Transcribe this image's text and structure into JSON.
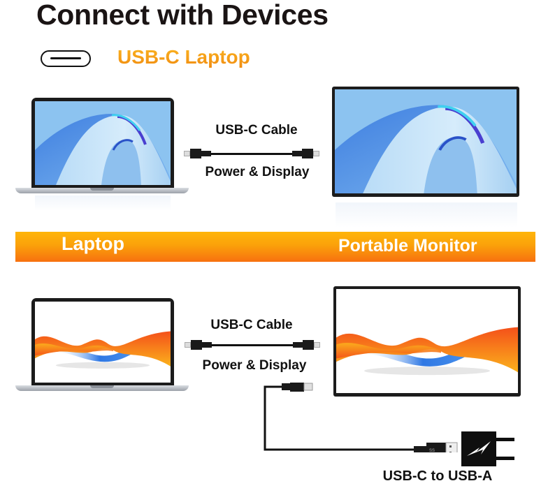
{
  "header": {
    "title": "Connect with Devices",
    "connector_icon": "usb-c-port-icon",
    "subtitle": "USB-C Laptop"
  },
  "top_section": {
    "cable_label": "USB-C Cable",
    "cable_sublabel": "Power & Display",
    "laptop_wallpaper": "blue-wave",
    "monitor_wallpaper": "blue-wave"
  },
  "banner": {
    "left_label": "Laptop",
    "right_label": "Portable Monitor"
  },
  "bottom_section": {
    "cable_label": "USB-C Cable",
    "cable_sublabel": "Power & Display",
    "power_cable_label": "USB-C to USB-A",
    "laptop_wallpaper": "orange-blue-ribbon",
    "monitor_wallpaper": "orange-blue-ribbon",
    "adapter_icon": "power-adapter-lightning-icon"
  },
  "colors": {
    "accent_orange": "#f7a00e",
    "banner_top": "#ffb50a",
    "banner_bottom": "#f7700f",
    "title_text": "#1a1414"
  }
}
